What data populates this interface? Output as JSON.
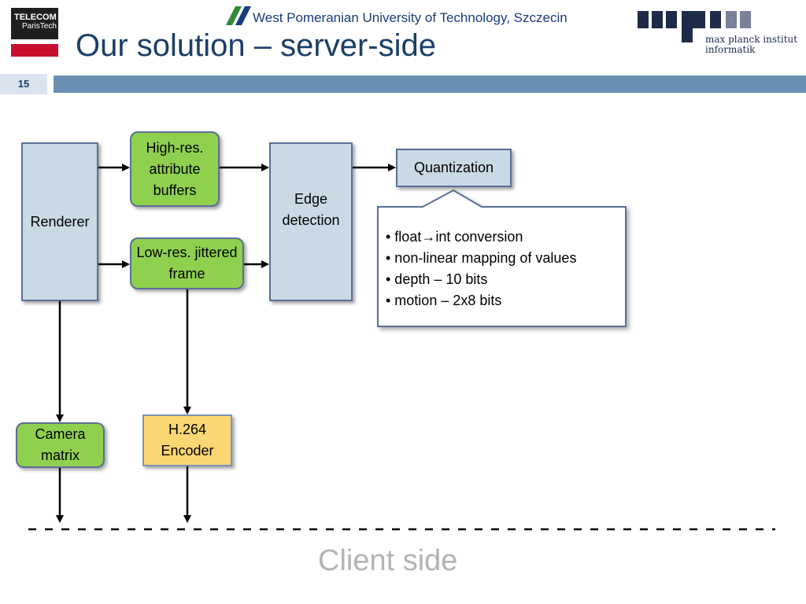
{
  "header": {
    "telecom_logo": {
      "line1": "TELECOM",
      "line2": "ParisTech"
    },
    "wput_logo": {
      "text": "West Pomeranian University of Technology, Szczecin"
    },
    "mpi_logo": {
      "mark": "mpii",
      "line1": "max planck institut",
      "line2": "informatik"
    },
    "title": "Our solution – server-side",
    "slide_number": "15",
    "colors": {
      "title": "#1b3f66",
      "bar": "#6b8fb3"
    }
  },
  "diagram": {
    "nodes": {
      "renderer": "Renderer",
      "high_res_buffers": "High-res. attribute buffers",
      "low_res_frame": "Low-res. jittered frame",
      "edge_detection": "Edge detection",
      "quantization": "Quantization",
      "camera_matrix": "Camera matrix",
      "h264_encoder": "H.264 Encoder"
    },
    "quantization_details": [
      "• float→int conversion",
      "• non-linear mapping of values",
      "• depth – 10 bits",
      "• motion – 2x8 bits"
    ],
    "client_side_label": "Client side",
    "colors": {
      "process": "#c9dae5",
      "data": "#8fd14f",
      "encoder": "#fbd774",
      "border": "#5a6f96"
    }
  }
}
